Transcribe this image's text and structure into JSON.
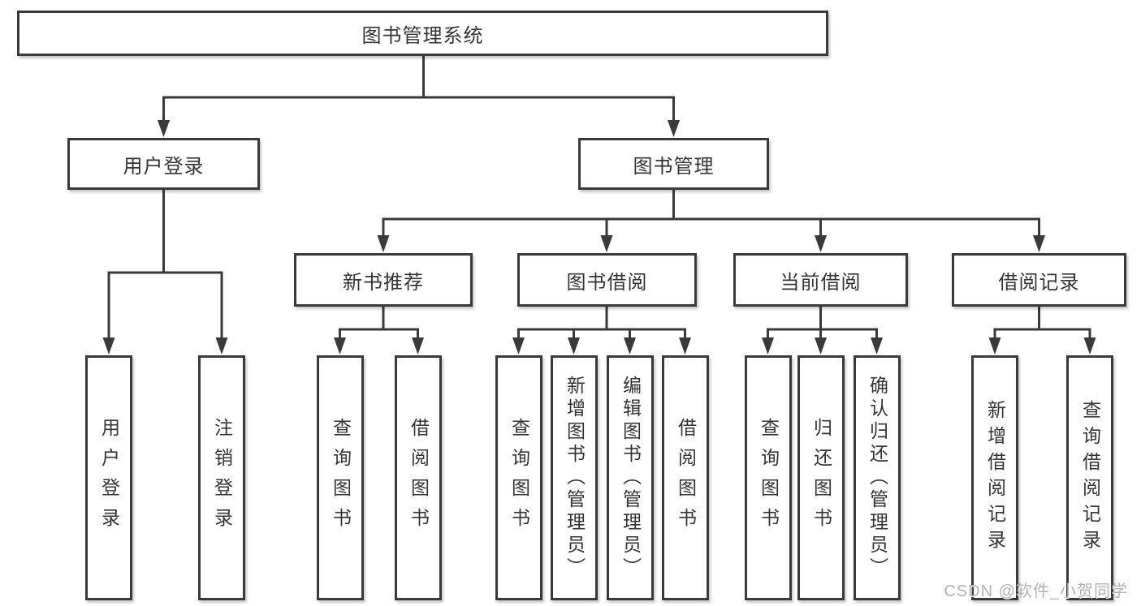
{
  "diagram": {
    "title": "图书管理系统",
    "root": {
      "label": "图书管理系统"
    },
    "level2": [
      {
        "id": "user-login",
        "label": "用户登录"
      },
      {
        "id": "book-management",
        "label": "图书管理"
      }
    ],
    "level3": [
      {
        "id": "new-book-recommend",
        "label": "新书推荐",
        "parent": "图书管理"
      },
      {
        "id": "book-borrow",
        "label": "图书借阅",
        "parent": "图书管理"
      },
      {
        "id": "current-borrow",
        "label": "当前借阅",
        "parent": "图书管理"
      },
      {
        "id": "borrow-records",
        "label": "借阅记录",
        "parent": "图书管理"
      }
    ],
    "leaves": [
      {
        "label": "用户登录",
        "parent": "用户登录"
      },
      {
        "label": "注销登录",
        "parent": "用户登录"
      },
      {
        "label": "查询图书",
        "parent": "新书推荐"
      },
      {
        "label": "借阅图书",
        "parent": "新书推荐"
      },
      {
        "label": "查询图书",
        "parent": "图书借阅"
      },
      {
        "label": "新增图书（管理员）",
        "parent": "图书借阅"
      },
      {
        "label": "编辑图书（管理员）",
        "parent": "图书借阅"
      },
      {
        "label": "借阅图书",
        "parent": "图书借阅"
      },
      {
        "label": "查询图书",
        "parent": "当前借阅"
      },
      {
        "label": "归还图书",
        "parent": "当前借阅"
      },
      {
        "label": "确认归还（管理员）",
        "parent": "当前借阅"
      },
      {
        "label": "新增借阅记录",
        "parent": "借阅记录"
      },
      {
        "label": "查询借阅记录",
        "parent": "借阅记录"
      }
    ],
    "watermark": "CSDN @软件_小贺同学",
    "colors": {
      "line": "#3a3a3a",
      "text": "#343434",
      "background": "#ffffff",
      "watermark": "#b3b3b3"
    }
  }
}
